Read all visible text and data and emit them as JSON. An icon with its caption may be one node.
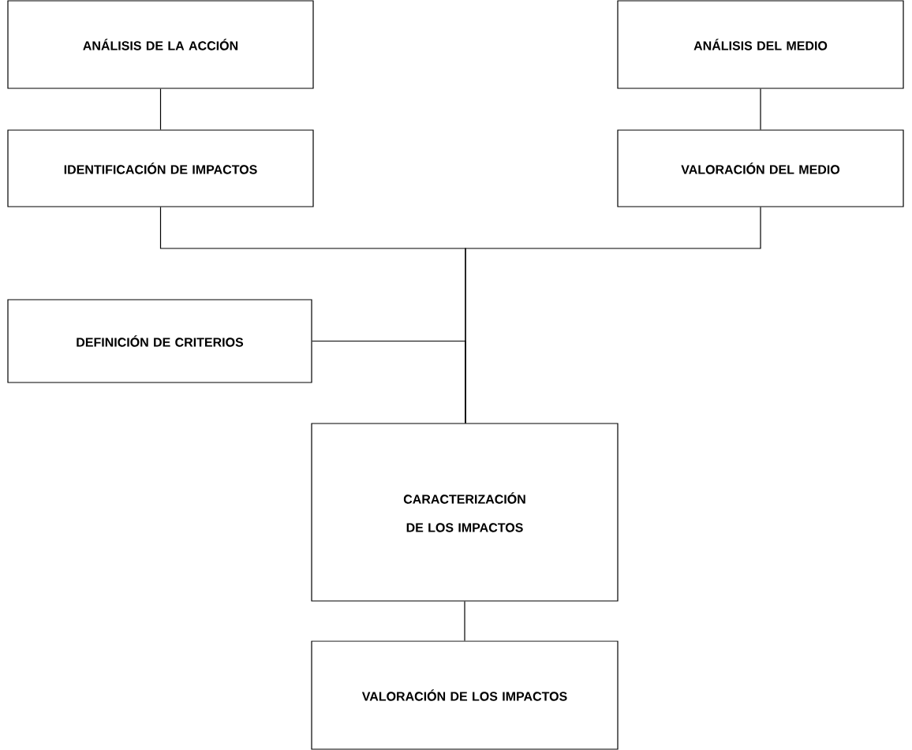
{
  "diagram": {
    "nodes": [
      {
        "text": [
          "ANÁLISIS DE LA ACCIÓN"
        ]
      },
      {
        "text": [
          "ANÁLISIS DEL MEDIO"
        ]
      },
      {
        "text": [
          "IDENTIFICACIÓN DE IMPACTOS"
        ]
      },
      {
        "text": [
          "VALORACIÓN DEL MEDIO"
        ]
      },
      {
        "text": [
          "DEFINICIÓN DE CRITERIOS"
        ]
      },
      {
        "text": [
          "CARACTERIZACIÓN DE LOS IMPACTOS"
        ]
      },
      {
        "text": [
          "VALORACIÓN DE LOS IMPACTOS"
        ]
      }
    ],
    "edges": [
      {
        "from": 0,
        "to": 2,
        "arrow": "none"
      },
      {
        "from": 1,
        "to": 3,
        "arrow": "none"
      },
      {
        "from": 2,
        "to": 5,
        "arrow": "none"
      },
      {
        "from": 3,
        "to": 5,
        "arrow": "none"
      },
      {
        "from": 4,
        "to": 5,
        "arrow": "none"
      },
      {
        "from": 5,
        "to": 6,
        "arrow": "none"
      }
    ]
  }
}
